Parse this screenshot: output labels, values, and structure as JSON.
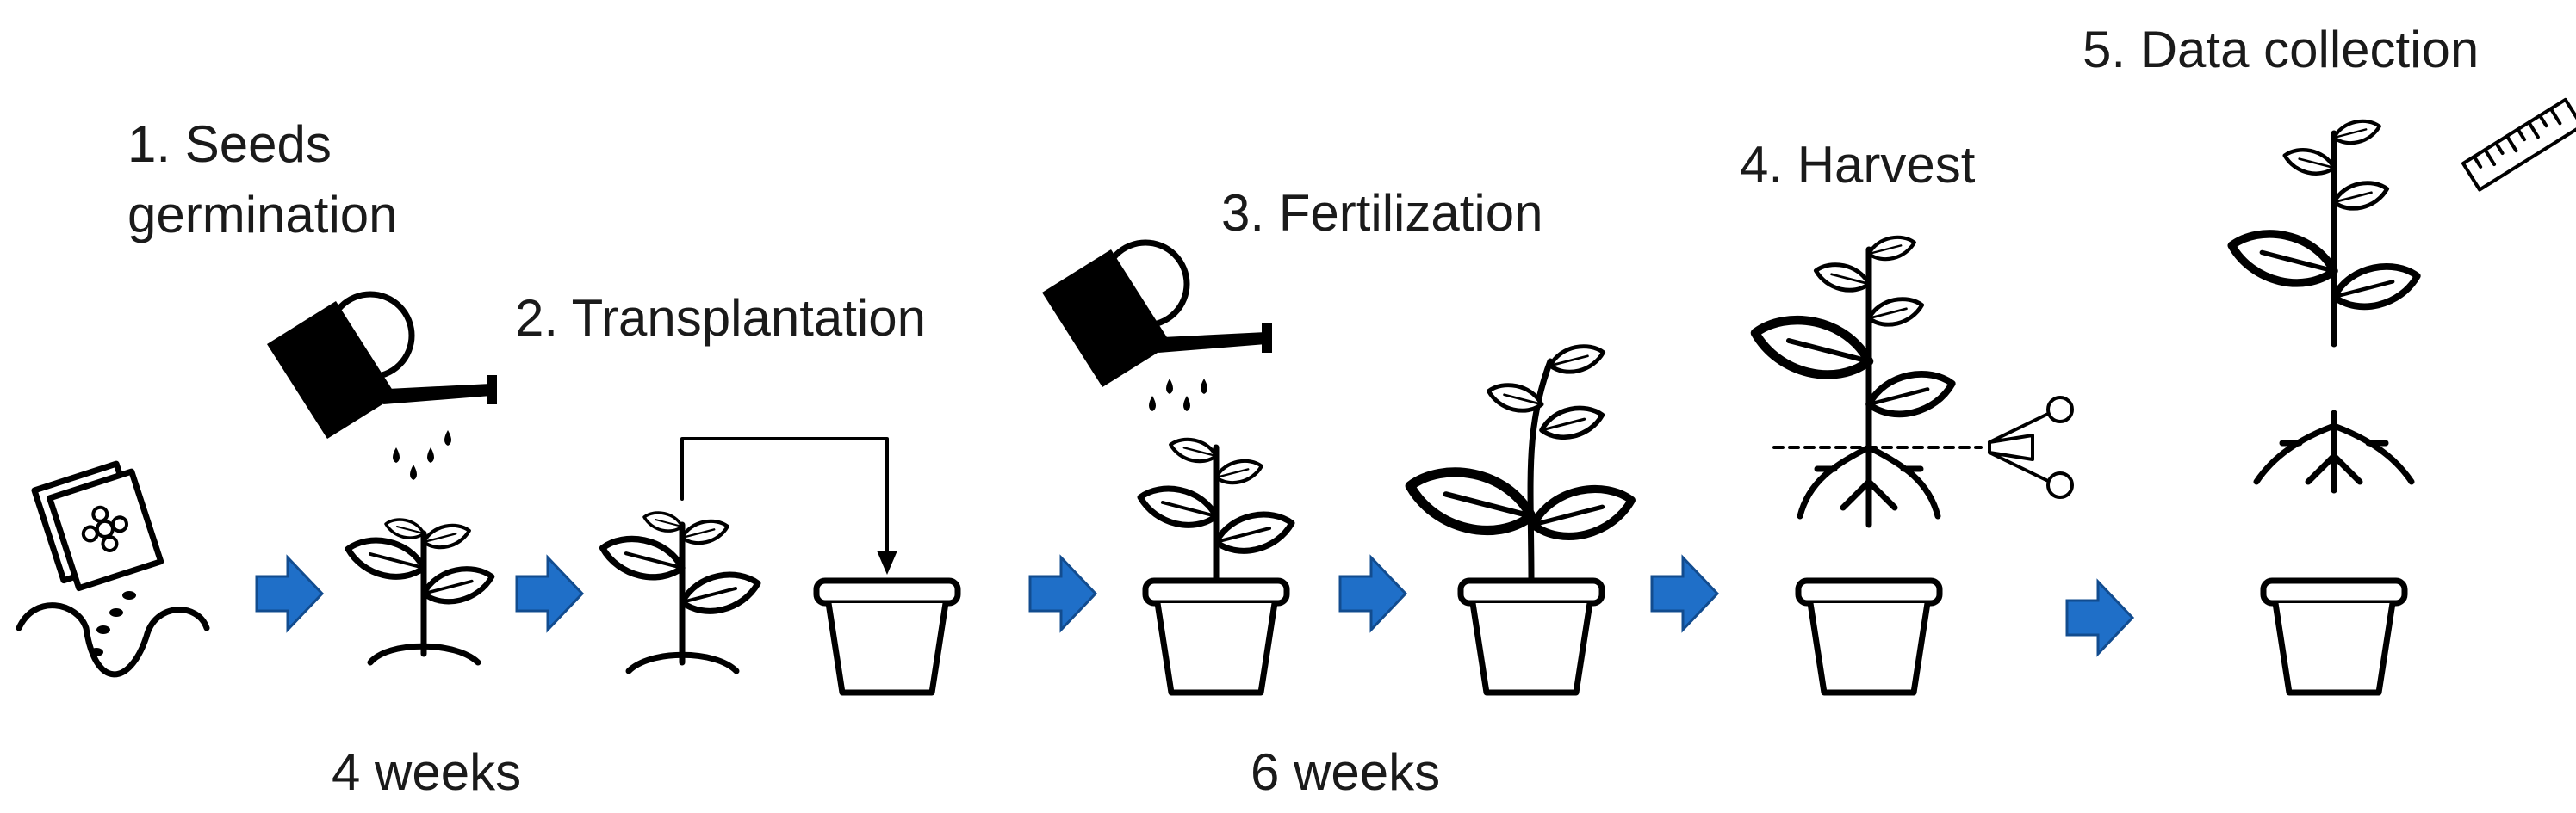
{
  "steps": {
    "s1_line1": "1. Seeds",
    "s1_line2": "germination",
    "s2": "2. Transplantation",
    "s3": "3. Fertilization",
    "s4": "4. Harvest",
    "s5": "5. Data collection"
  },
  "durations": {
    "d1": "4 weeks",
    "d2": "6 weeks"
  },
  "icons": [
    "seed-packet-icon",
    "watering-can-icon",
    "seedling-icon",
    "flower-pot-icon",
    "plant-icon",
    "scissors-icon",
    "ruler-icon",
    "roots-icon",
    "process-arrow-icon"
  ],
  "colors": {
    "arrow": "#1f6fc8",
    "ink": "#000000"
  }
}
